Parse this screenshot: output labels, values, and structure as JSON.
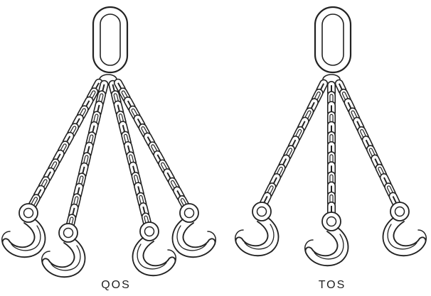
{
  "figure": {
    "slings": [
      {
        "id": "qos",
        "label": "QOS",
        "legs": 4
      },
      {
        "id": "tos",
        "label": "TOS",
        "legs": 3
      }
    ]
  },
  "colors": {
    "ink": "#222222",
    "paper": "#ffffff"
  }
}
